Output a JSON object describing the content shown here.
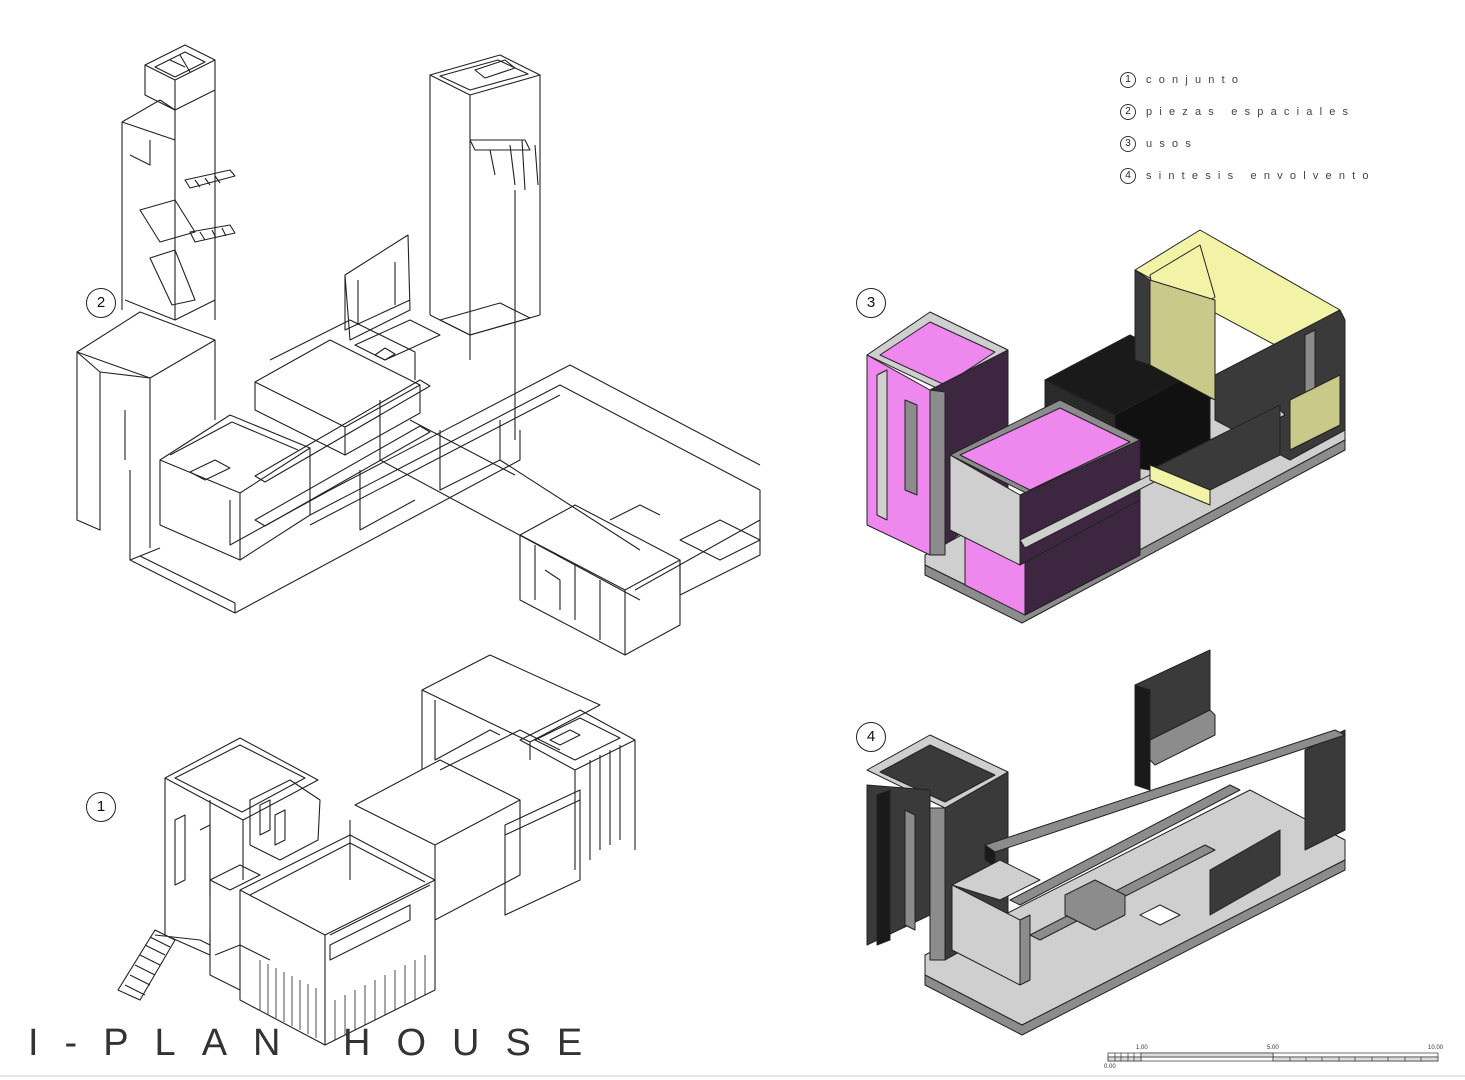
{
  "sheet": {
    "title": "I-PLAN HOUSE",
    "legend": [
      {
        "num": "1",
        "label": "conjunto"
      },
      {
        "num": "2",
        "label": "piezas espaciales"
      },
      {
        "num": "3",
        "label": "usos"
      },
      {
        "num": "4",
        "label": "sintesis envolvento"
      }
    ],
    "markers": {
      "m1": "1",
      "m2": "2",
      "m3": "3",
      "m4": "4"
    },
    "scale_bar": {
      "labels": [
        "0.00",
        "1.00",
        "5.00",
        "10.00"
      ]
    }
  },
  "colors": {
    "line": "#222222",
    "magenta": "#ee88ee",
    "plum": "#3d2640",
    "yellow": "#f3f3a8",
    "olive": "#c9c98a",
    "black": "#1a1a1a",
    "dark_gray": "#3a3a3a",
    "mid_gray": "#8c8c8c",
    "light_gray": "#cfcfcf",
    "white": "#ffffff"
  }
}
